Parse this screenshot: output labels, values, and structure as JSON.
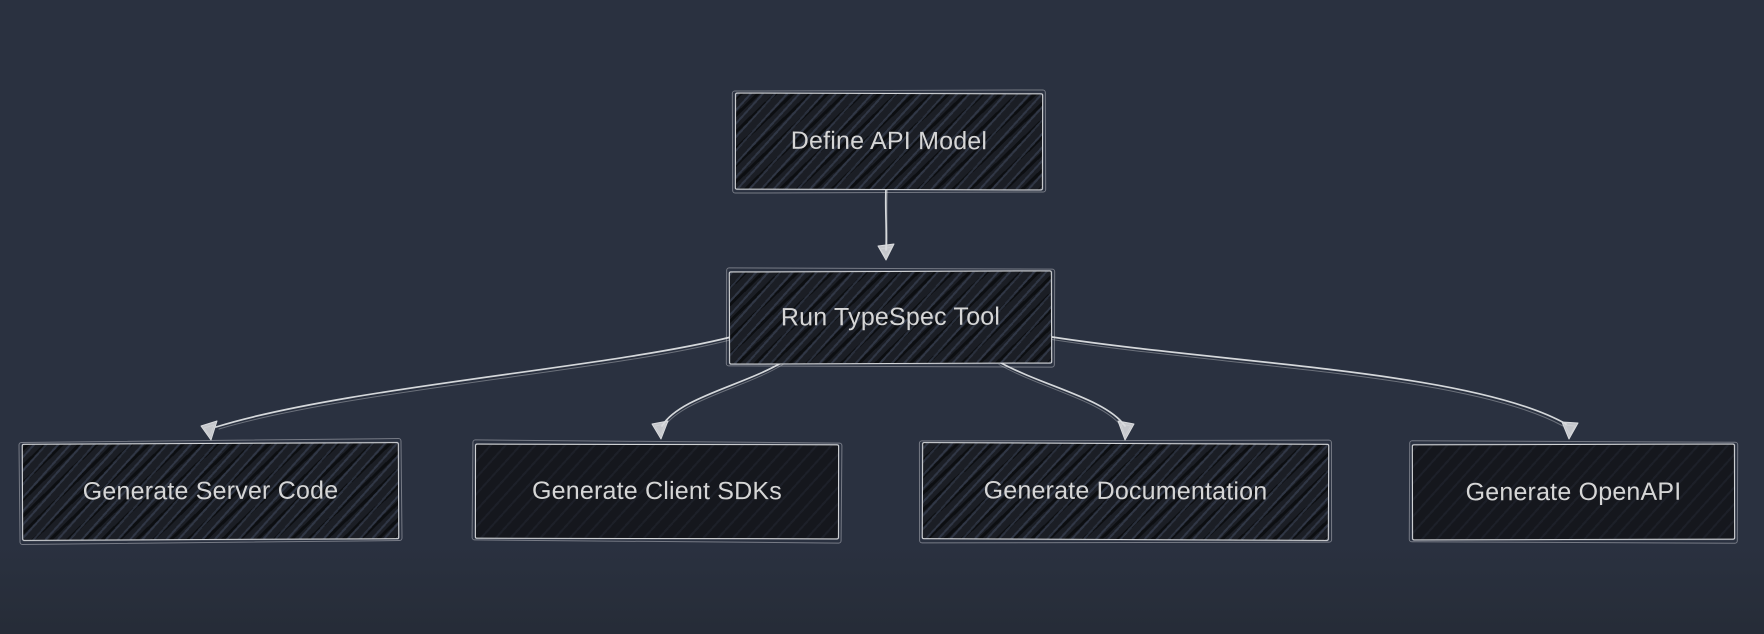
{
  "diagram": {
    "type": "flowchart",
    "direction": "top-down",
    "nodes": [
      {
        "id": "define-api-model",
        "label": "Define API Model"
      },
      {
        "id": "run-typespec-tool",
        "label": "Run TypeSpec Tool"
      },
      {
        "id": "generate-server-code",
        "label": "Generate Server Code"
      },
      {
        "id": "generate-client-sdks",
        "label": "Generate Client SDKs"
      },
      {
        "id": "generate-documentation",
        "label": "Generate Documentation"
      },
      {
        "id": "generate-openapi",
        "label": "Generate OpenAPI"
      }
    ],
    "edges": [
      {
        "from": "Define API Model",
        "to": "Run TypeSpec Tool"
      },
      {
        "from": "Run TypeSpec Tool",
        "to": "Generate Server Code"
      },
      {
        "from": "Run TypeSpec Tool",
        "to": "Generate Client SDKs"
      },
      {
        "from": "Run TypeSpec Tool",
        "to": "Generate Documentation"
      },
      {
        "from": "Run TypeSpec Tool",
        "to": "Generate OpenAPI"
      }
    ],
    "colors": {
      "background": "#2a3140",
      "node_fill": "#1b1e25",
      "node_border": "#dfe1e4",
      "text": "#d6d6d6",
      "arrow": "#d5d8db"
    }
  }
}
